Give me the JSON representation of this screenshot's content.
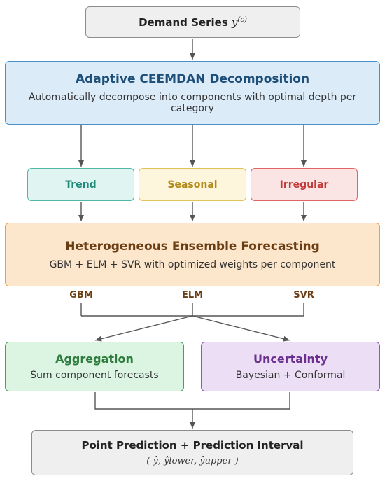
{
  "input": {
    "label": "Demand Series",
    "math": "y",
    "sup": "(c)"
  },
  "decomposition": {
    "title": "Adaptive CEEMDAN Decomposition",
    "subtitle": "Automatically decompose into components with optimal depth per category"
  },
  "components": {
    "trend": "Trend",
    "seasonal": "Seasonal",
    "irregular": "Irregular"
  },
  "ensemble": {
    "title": "Heterogeneous Ensemble Forecasting",
    "subtitle": "GBM + ELM + SVR with optimized weights per component"
  },
  "models": {
    "gbm": "GBM",
    "elm": "ELM",
    "svr": "SVR"
  },
  "aggregation": {
    "title": "Aggregation",
    "subtitle": "Sum component forecasts"
  },
  "uncertainty": {
    "title": "Uncertainty",
    "subtitle": "Bayesian + Conformal"
  },
  "output": {
    "title": "Point Prediction + Prediction Interval",
    "formula": "( ŷ,  ŷlower,  ŷupper )"
  }
}
